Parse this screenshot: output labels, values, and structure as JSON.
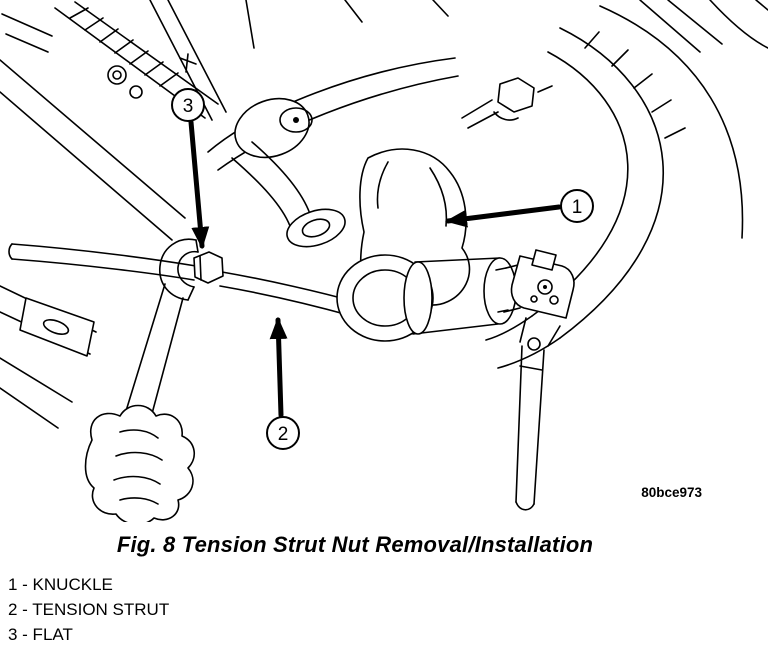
{
  "figure": {
    "caption": "Fig. 8 Tension Strut Nut Removal/Installation",
    "watermark": "80bce973",
    "callouts": {
      "c1": "1",
      "c2": "2",
      "c3": "3"
    }
  },
  "legend": {
    "items": [
      "1 - KNUCKLE",
      "2 - TENSION STRUT",
      "3 - FLAT"
    ]
  }
}
